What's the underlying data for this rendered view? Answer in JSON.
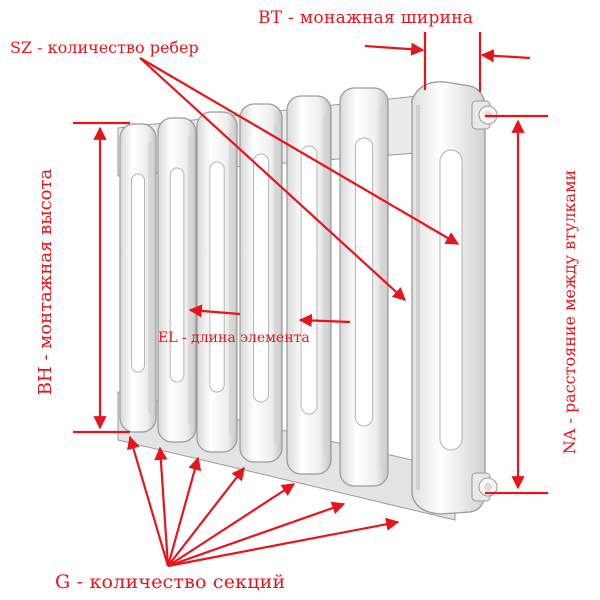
{
  "labels": {
    "bt": "BT - монажная ширина",
    "sz": "SZ - количество ребер",
    "bh": "BH - монтажная высота",
    "na": "NA - расстояние между втулками",
    "el": "EL - длина элемента",
    "g": "G - количество секций"
  },
  "colors": {
    "annotation": "#e8141b",
    "radiator_fill": "#f2f2f2",
    "radiator_shadow": "#cfcfcf",
    "radiator_outline": "#9a9a9a",
    "background": "#ffffff"
  },
  "sections": 7
}
